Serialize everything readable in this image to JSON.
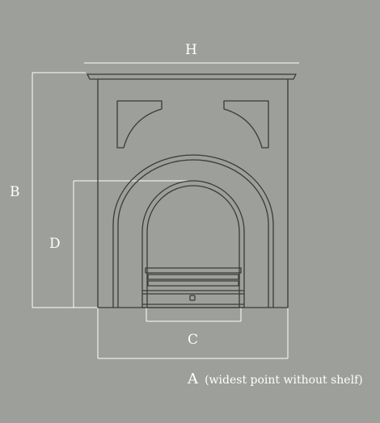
{
  "labels": {
    "h": "H",
    "b": "B",
    "d": "D",
    "c": "C",
    "a": "A",
    "a_note": "(widest point without shelf)"
  },
  "colors": {
    "background": "#9d9f9a",
    "outline": "#3a3a3a",
    "dimension_line": "#ffffff",
    "label_text": "#ffffff"
  }
}
